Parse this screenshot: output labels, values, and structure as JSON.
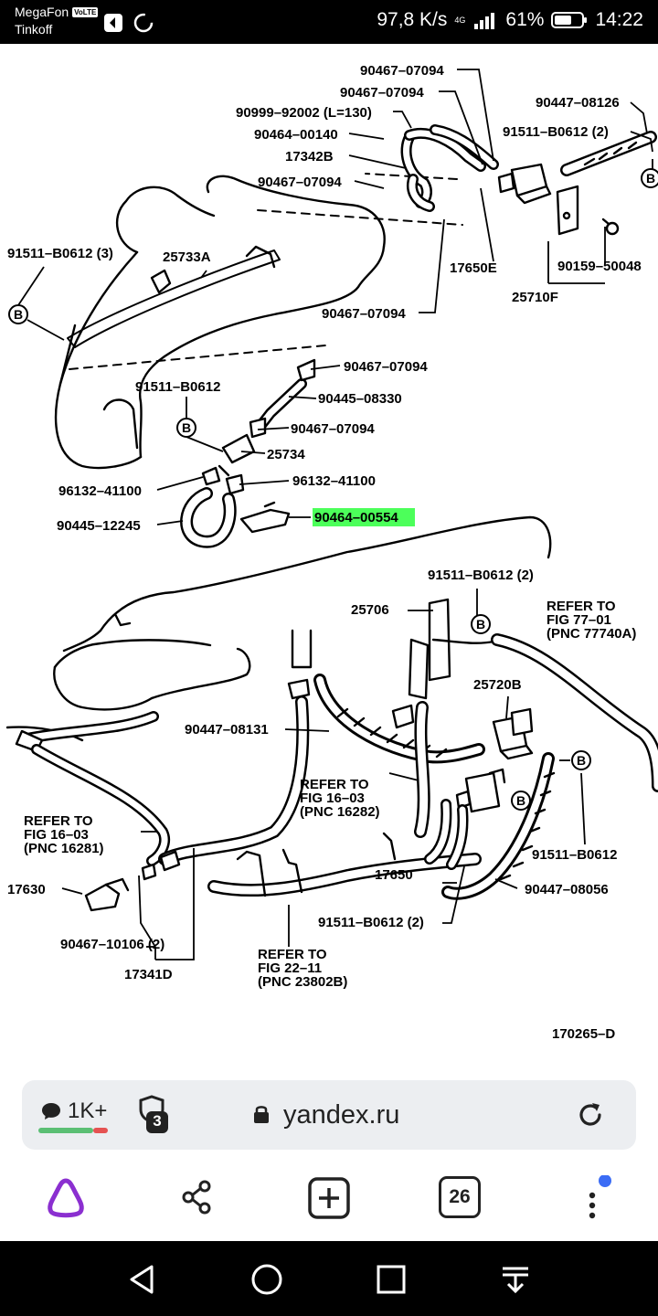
{
  "status_bar": {
    "carrier1": "MegaFon",
    "volte": "VoLTE",
    "carrier2": "Tinkoff",
    "speed": "97,8 K/s",
    "network": "4G",
    "battery": "61%",
    "time": "14:22"
  },
  "diagram": {
    "labels": {
      "p1": "90467–07094",
      "p2": "90467–07094",
      "p3": "90999–92002 (L=130)",
      "p4": "90464–00140",
      "p5": "17342B",
      "p6": "90467–07094",
      "p7": "90447–08126",
      "p8": "91511–B0612 (2)",
      "p9": "91511–B0612 (3)",
      "p10": "25733A",
      "p11": "17650E",
      "p12": "90159–50048",
      "p13": "25710F",
      "p14": "90467–07094",
      "p15": "90467–07094",
      "p16": "91511–B0612",
      "p17": "90445–08330",
      "p18": "90467–07094",
      "p19": "25734",
      "p20": "96132–41100",
      "p21": "96132–41100",
      "p22": "90445–12245",
      "p23": "90464–00554",
      "p24": "91511–B0612 (2)",
      "p25": "25706",
      "p26": "REFER  TO",
      "p27": "FIG  77–01",
      "p28": "(PNC  77740A)",
      "p29": "25720B",
      "p30": "90447–08131",
      "p31": "REFER  TO",
      "p32": "FIG  16–03",
      "p33": "(PNC  16282)",
      "p34": "REFER  TO",
      "p35": "FIG  16–03",
      "p36": "(PNC  16281)",
      "p37": "91511–B0612",
      "p38": "17630",
      "p39": "17650",
      "p40": "90447–08056",
      "p41": "91511–B0612 (2)",
      "p42": "90467–10106 (2)",
      "p43": "17341D",
      "p44": "REFER  TO",
      "p45": "FIG  22–11",
      "p46": "(PNC  23802B)",
      "p47": "170265–D",
      "b": "B"
    },
    "highlight_color": "#4cff5a"
  },
  "browser": {
    "comments": "1K+",
    "tabs_badge": "3",
    "url": "yandex.ru"
  },
  "bottom_nav": {
    "tabs_count": "26",
    "alice_color": "#8b2fd0",
    "dot_color": "#3b6cf5"
  }
}
